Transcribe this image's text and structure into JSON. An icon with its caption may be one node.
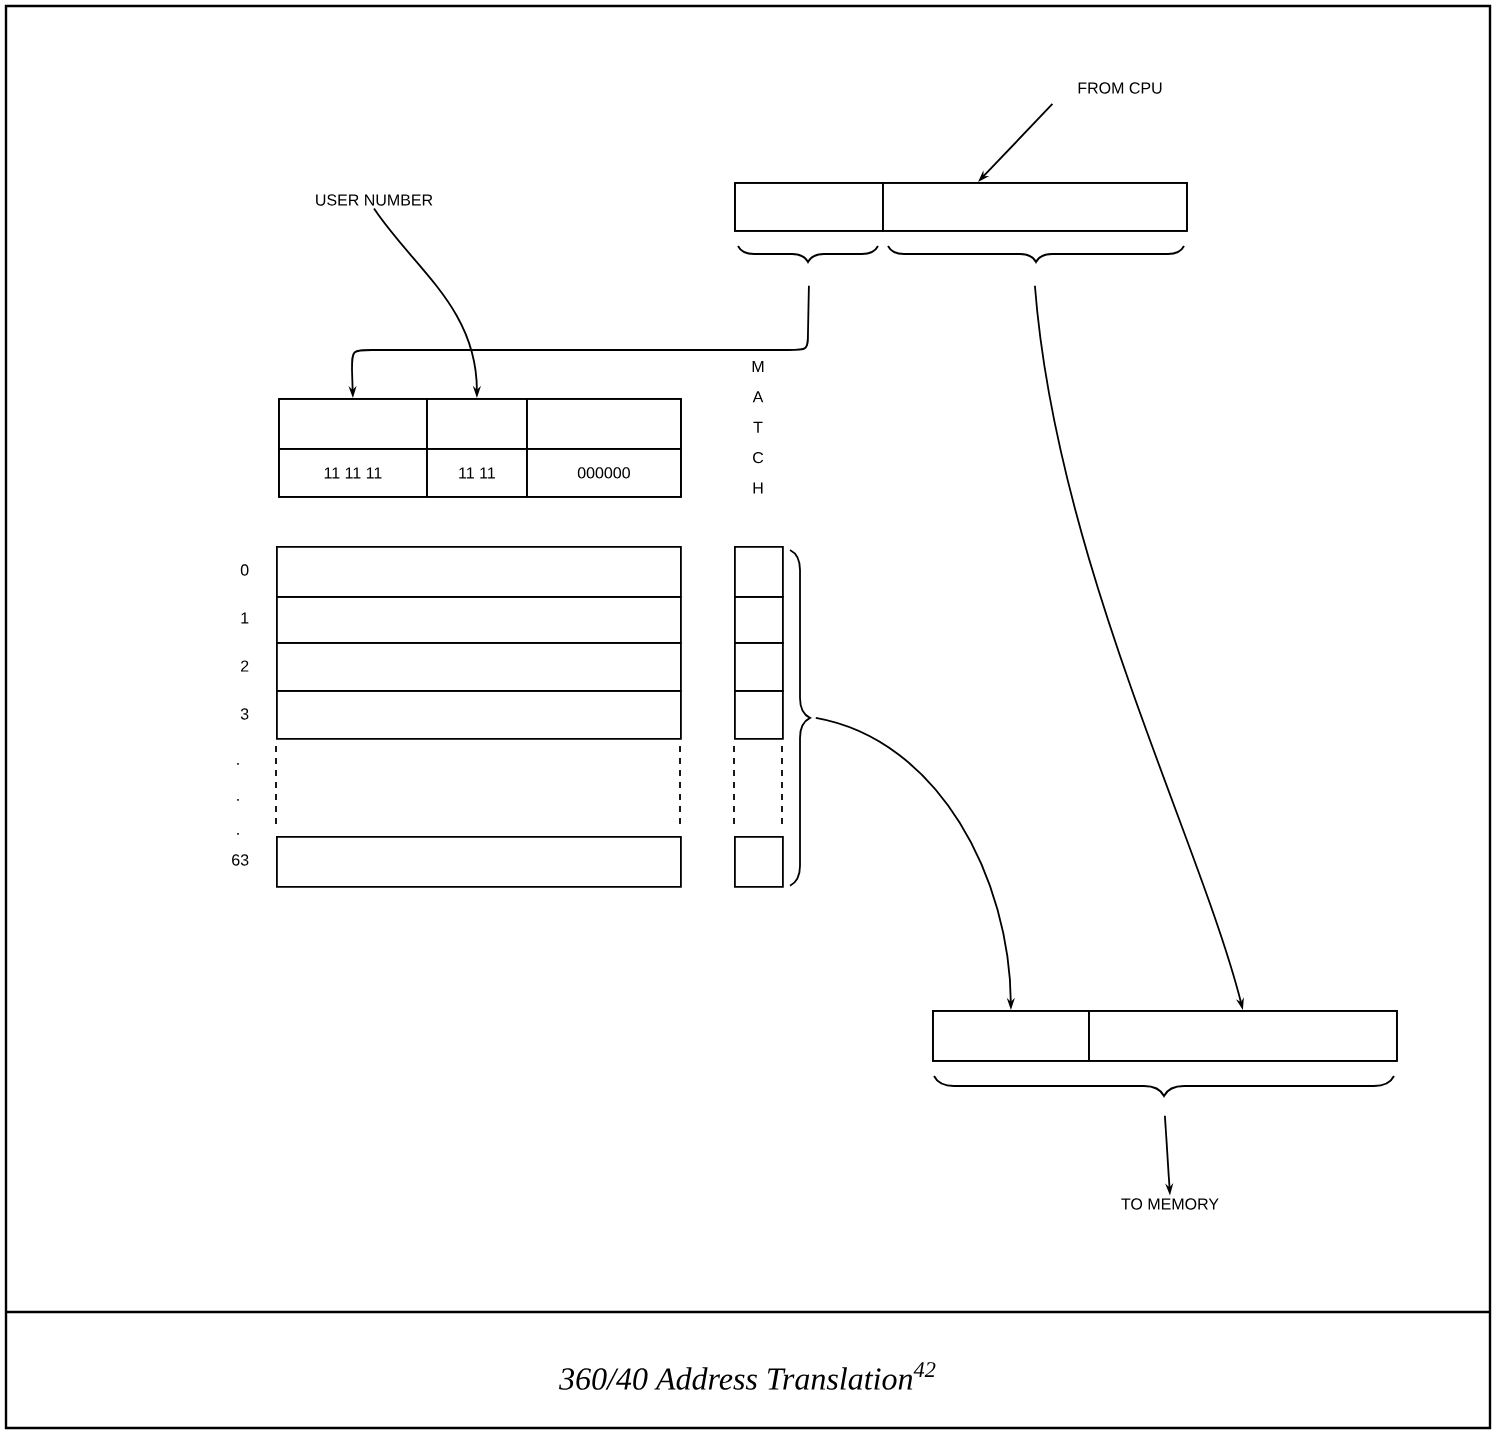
{
  "diagram": {
    "caption": "360/40 Address Translation$^{42}$",
    "nodes": [
      {
        "text": [
          "FROM CPU"
        ]
      },
      {
        "text": [],
        "shape": "box"
      },
      {
        "text": [],
        "shape": "box",
        "in": 1
      },
      {
        "text": [],
        "shape": "box",
        "in": 1
      },
      {
        "text": [
          "USER NUMBER"
        ]
      },
      {
        "text": [],
        "shape": "box"
      },
      {
        "text": [],
        "shape": "box",
        "in": 5
      },
      {
        "text": [],
        "shape": "box",
        "in": 5
      },
      {
        "text": [],
        "shape": "box",
        "in": 5
      },
      {
        "text": [
          "11 11 11"
        ],
        "in": 5
      },
      {
        "text": [
          "11 11"
        ],
        "in": 5
      },
      {
        "text": [
          "000000"
        ],
        "in": 5
      },
      {
        "text": [],
        "shape": "box",
        "beside": [
          "0"
        ]
      },
      {
        "text": [],
        "shape": "box",
        "beside": [
          "1"
        ]
      },
      {
        "text": [],
        "shape": "box",
        "beside": [
          "2"
        ]
      },
      {
        "text": [],
        "shape": "box",
        "beside": [
          "3"
        ]
      },
      {
        "text": [],
        "shape": "box",
        "beside": [
          "63"
        ]
      },
      {
        "text": [],
        "shape": "box"
      },
      {
        "text": [],
        "shape": "box"
      },
      {
        "text": [],
        "shape": "box"
      },
      {
        "text": [],
        "shape": "box"
      },
      {
        "text": [],
        "shape": "box"
      },
      {
        "text": [],
        "shape": "brace"
      },
      {
        "text": [],
        "shape": "box"
      },
      {
        "text": [],
        "shape": "box",
        "in": 23
      },
      {
        "text": [],
        "shape": "box",
        "in": 23
      },
      {
        "text": [
          "TO MEMORY"
        ]
      }
    ],
    "edges": [
      {
        "from": 0,
        "to": 3,
        "arrow": "to"
      },
      {
        "from": 2,
        "to": 6,
        "arrow": "to"
      },
      {
        "from": 3,
        "to": 25,
        "arrow": "to"
      },
      {
        "from": 4,
        "to": 7,
        "arrow": "to"
      },
      {
        "from": 22,
        "to": 24,
        "arrow": "to"
      },
      {
        "from": 23,
        "to": 26,
        "arrow": "to"
      }
    ],
    "labels": [
      "MATCH",
      ".",
      ".",
      "."
    ]
  }
}
